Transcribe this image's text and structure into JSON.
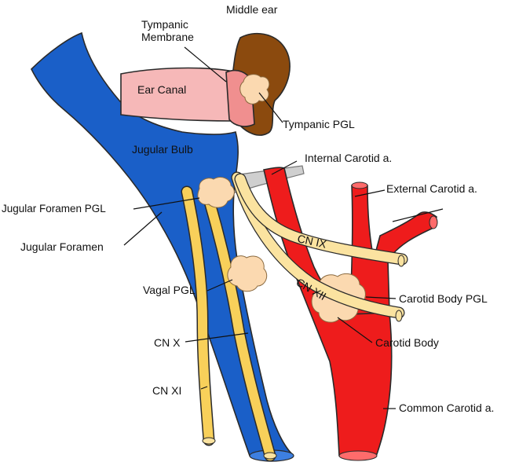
{
  "labels": {
    "middle_ear": "Middle ear",
    "tympanic_membrane_1": "Tympanic",
    "tympanic_membrane_2": "Membrane",
    "ear_canal": "Ear Canal",
    "tympanic_pgl": "Tympanic  PGL",
    "jugular_bulb": "Jugular Bulb",
    "internal_carotid": "Internal Carotid a.",
    "external_carotid": "External Carotid a.",
    "jugular_foramen_pgl": "Jugular Foramen PGL",
    "jugular_foramen": "Jugular Foramen",
    "cn_ix": "CN IX",
    "cn_xii": "CN XII",
    "vagal_pgl": "Vagal PGL",
    "carotid_body_pgl": "Carotid Body  PGL",
    "carotid_body": "Carotid Body",
    "cn_x": "CN X",
    "cn_xi": "CN XI",
    "common_carotid": "Common Carotid a."
  },
  "colors": {
    "vein_blue": "#1a5fc8",
    "artery_red": "#ee1c1c",
    "nerve_yellow": "#f8d05a",
    "nerve_pale": "#fbe3a0",
    "tumor_fill": "#fbd9b0",
    "ear_canal_pink": "#f6b8b8",
    "membrane_pink": "#f08f8f",
    "middle_ear_brown": "#8b4a0e",
    "foramen_gray": "#cfcfcf"
  }
}
